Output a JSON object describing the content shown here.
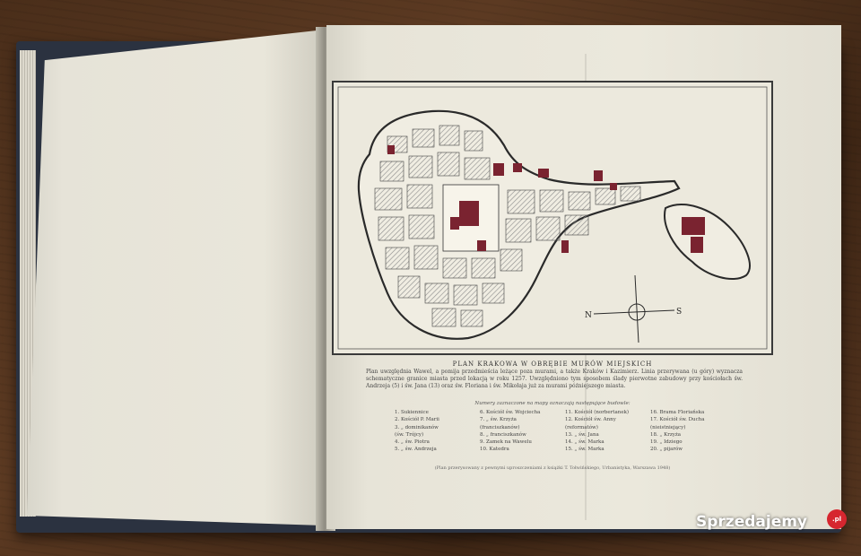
{
  "map": {
    "title": "PLAN KRAKOWA W OBRĘBIE MURÓW MIEJSKICH",
    "compass_label": "N",
    "compass_label_s": "S",
    "description": "Plan uwzględnia Wawel, a pomija przedmieścia leżące poza murami, a także Kraków i Kazimierz. Linia przerywana (u góry) wyznacza schematyczne granice miasta przed lokacją w roku 1257. Uwzględniono tym sposobem ślady pierwotne zabudowy przy kościołach św. Andrzeja (5) i św. Jana (13) oraz św. Floriana i św. Mikołaja już za murami późniejszego miasta.",
    "legend_note": "Numery zaznaczone na mapy oznaczają następujące budowle:",
    "legend": [
      [
        "1. Sukiennice",
        "2. Kościół P. Marii",
        "3.    „    dominikanów",
        "      (św. Trójcy)",
        "4.    „    św. Piotra",
        "5.    „    św. Andrzeja"
      ],
      [
        "6. Kościół św. Wojciecha",
        "7.    „    św. Krzyża",
        "      (franciszkanów)",
        "8.  „  franciszkanów",
        "9. Zamek na Wawelu",
        "10. Katedra"
      ],
      [
        "11. Kościół (norbertanek)",
        "12. Kościół św. Anny",
        "      (reformatów)",
        "13.    „    św. Jana",
        "14.    „    św. Marka",
        "15.    „    św. Marka"
      ],
      [
        "16. Brama Floriańska",
        "17. Kościół św. Ducha",
        "      (nieistniejący)",
        "18.    „    Krzyża",
        "19.    „    Idziego",
        "20.    „    pijarów"
      ]
    ],
    "footnote": "(Plan przerysowany z pewnymi uproszczeniami z książki T. Tołwińskiego, Urbanistyka, Warszawa 1948)"
  },
  "watermark": {
    "text": "Sprzedajemy",
    "badge": ".pl"
  },
  "colors": {
    "block_hatch": "#8a8a8a",
    "church_fill": "#7a2330",
    "ink": "#2a2a2a"
  }
}
